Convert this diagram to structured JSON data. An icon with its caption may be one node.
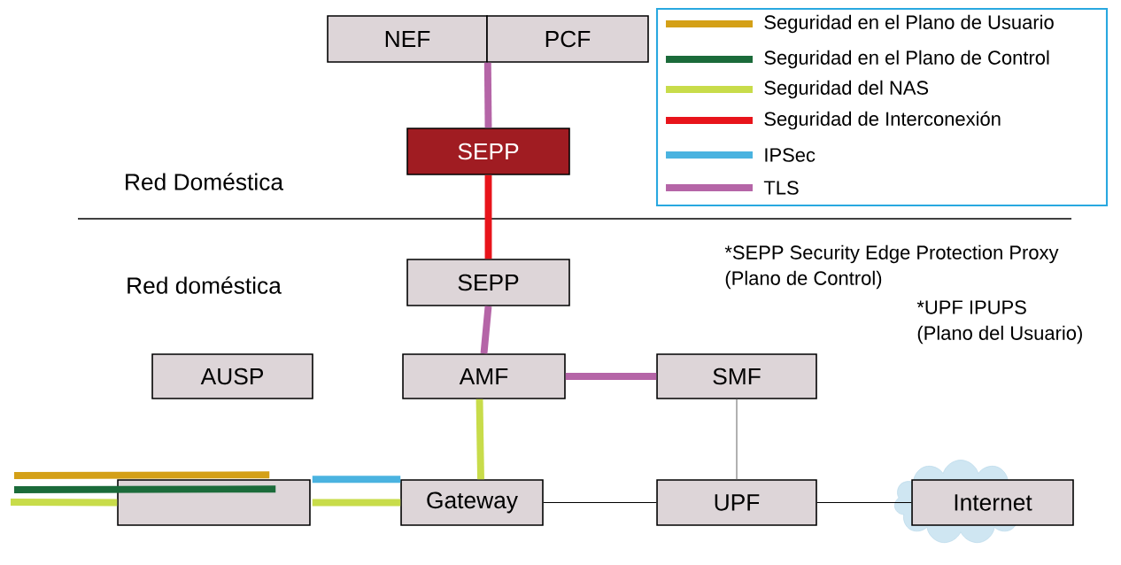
{
  "diagram": {
    "nodes": [
      {
        "text": [
          "NEF"
        ]
      },
      {
        "text": [
          "PCF"
        ]
      },
      {
        "text": [
          "SEPP"
        ]
      },
      {
        "text": [
          "SEPP"
        ]
      },
      {
        "text": [
          "AUSP"
        ]
      },
      {
        "text": [
          "AMF"
        ]
      },
      {
        "text": [
          "SMF"
        ]
      },
      {
        "text": [],
        "shape": "box"
      },
      {
        "text": [
          "Gateway"
        ]
      },
      {
        "text": [
          "UPF"
        ]
      },
      {
        "text": [
          "Internet"
        ]
      }
    ],
    "edges": [
      {
        "from": 0,
        "to": 2,
        "arrow": "none",
        "color": "#b565a7"
      },
      {
        "from": 2,
        "to": 3,
        "arrow": "none",
        "color": "#e8141b"
      },
      {
        "from": 3,
        "to": 5,
        "arrow": "none",
        "color": "#b565a7"
      },
      {
        "from": 5,
        "to": 6,
        "arrow": "none",
        "color": "#b565a7"
      },
      {
        "from": 5,
        "to": 8,
        "arrow": "none",
        "color": "#c8dc4a"
      },
      {
        "from": 6,
        "to": 9,
        "arrow": "none",
        "color": "#808080"
      },
      {
        "from": 8,
        "to": 9,
        "arrow": "none",
        "color": "#000000"
      },
      {
        "from": 9,
        "to": 10,
        "arrow": "none",
        "color": "#000000"
      },
      {
        "from": 7,
        "to": 8,
        "arrow": "none",
        "color": "#4ab3e0"
      },
      {
        "from": 7,
        "to": 8,
        "arrow": "none",
        "color": "#c8dc4a"
      },
      {
        "from": null,
        "to": 7,
        "arrow": "none",
        "color": "#d4a017"
      },
      {
        "from": null,
        "to": 7,
        "arrow": "none",
        "color": "#1b6b3a"
      },
      {
        "from": null,
        "to": 7,
        "arrow": "none",
        "color": "#c8dc4a"
      }
    ],
    "labels": [
      "Red Doméstica",
      "Red doméstica",
      "*SEPP Security Edge Protection Proxy",
      "(Plano de Control)",
      "*UPF IPUPS",
      "(Plano del Usuario)"
    ],
    "legend": [
      {
        "text": "Seguridad en el Plano de Usuario",
        "color": "#d4a017"
      },
      {
        "text": "Seguridad en el Plano de Control",
        "color": "#1b6b3a"
      },
      {
        "text": "Seguridad  del NAS",
        "color": "#c8dc4a"
      },
      {
        "text": "Seguridad  de Interconexión",
        "color": "#e8141b"
      },
      {
        "text": "IPSec",
        "color": "#4ab3e0"
      },
      {
        "text": "TLS",
        "color": "#b565a7"
      }
    ]
  }
}
